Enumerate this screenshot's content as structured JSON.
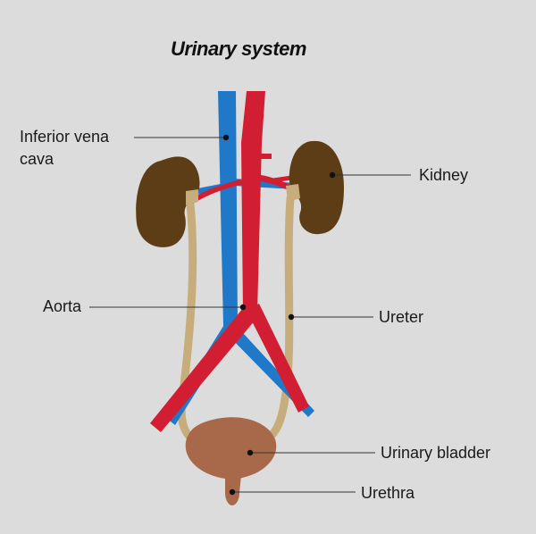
{
  "title": "Urinary system",
  "labels": {
    "ivc_line1": "Inferior vena",
    "ivc_line2": "cava",
    "kidney": "Kidney",
    "aorta": "Aorta",
    "ureter": "Ureter",
    "bladder": "Urinary bladder",
    "urethra": "Urethra"
  },
  "colors": {
    "background": "#dcdcdc",
    "vein": "#1f78c8",
    "artery": "#d21e32",
    "kidney": "#5c3d16",
    "ureter": "#c8ad7c",
    "bladder": "#a8694a",
    "leader": "#333333"
  }
}
